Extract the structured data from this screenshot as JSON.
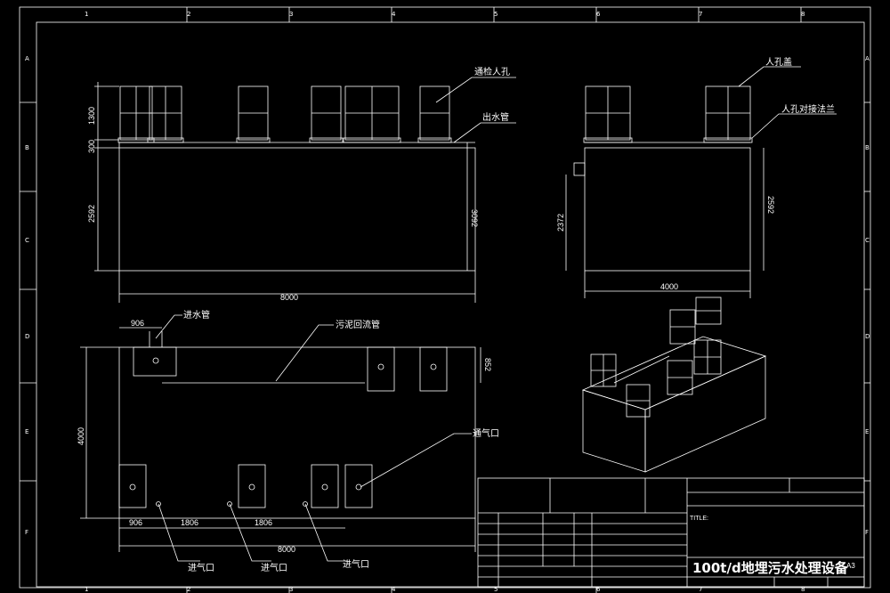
{
  "colors": {
    "background": "#000000",
    "line": "#ffffff"
  },
  "sheet": {
    "border_numbers_top": [
      "1",
      "2",
      "3",
      "4",
      "5",
      "6",
      "7",
      "8"
    ],
    "border_numbers_bottom": [
      "1",
      "2",
      "3",
      "4",
      "5",
      "6",
      "7",
      "8"
    ],
    "border_letters_left": [
      "A",
      "B",
      "C",
      "D",
      "E",
      "F"
    ],
    "border_letters_right": [
      "A",
      "B",
      "C",
      "D",
      "E",
      "F"
    ]
  },
  "front_view": {
    "label_vent_manhole": "通检人孔",
    "label_outlet_pipe": "出水管",
    "dim_1300": "1300",
    "dim_300": "300",
    "dim_2592": "2592",
    "dim_3092": "3092",
    "dim_8000": "8000"
  },
  "side_view": {
    "label_manhole_cover": "人孔盖",
    "label_manhole_flange": "人孔对接法兰",
    "dim_2372": "2372",
    "dim_2592": "2592",
    "dim_4000": "4000"
  },
  "plan_view": {
    "label_inlet_pipe": "进水管",
    "label_sludge_return": "污泥回流管",
    "label_vent": "通气口",
    "label_air_inlet_1": "进气口",
    "label_air_inlet_2": "进气口",
    "label_air_inlet_3": "进气口",
    "dim_906_top": "906",
    "dim_852": "852",
    "dim_4000": "4000",
    "dim_906_bottom": "906",
    "dim_1806_a": "1806",
    "dim_1806_b": "1806",
    "dim_8000": "8000"
  },
  "title_block": {
    "title_label": "TITLE:",
    "main_title": "100t/d地埋污水处理设备",
    "sheet_size": "A3"
  }
}
